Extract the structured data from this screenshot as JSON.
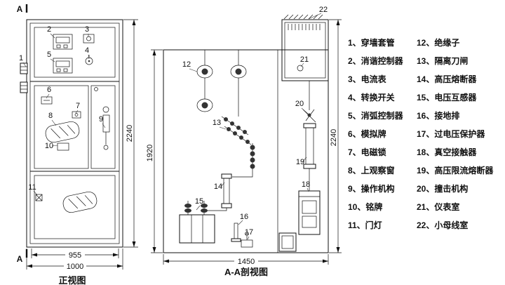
{
  "titles": {
    "section_view": "A-A剖视图",
    "front_view": "正视图"
  },
  "section_marks": {
    "top": "A",
    "bottom": "A"
  },
  "dimensions": {
    "front_height": "2240",
    "front_inner_width": "955",
    "front_outer_width": "1000",
    "section_body_height": "1920",
    "section_total_height": "2240",
    "section_width": "1450"
  },
  "callouts": [
    "1",
    "2",
    "3",
    "4",
    "5",
    "6",
    "7",
    "8",
    "9",
    "10",
    "11",
    "12",
    "13",
    "14",
    "15",
    "16",
    "17",
    "18",
    "19",
    "20",
    "21",
    "22"
  ],
  "legend": {
    "col1": [
      "1、穿墙套管",
      "2、消谐控制器",
      "3、电流表",
      "4、转换开关",
      "5、消弧控制器",
      "6、模拟牌",
      "7、电磁锁",
      "8、上观察窗",
      "9、操作机构",
      "10、铭牌",
      "11、门灯"
    ],
    "col2": [
      "12、绝缘子",
      "13、隔离刀闸",
      "14、高压熔断器",
      "15、电压互感器",
      "16、接地排",
      "17、过电压保护器",
      "18、真空接触器",
      "19、高压限流熔断器",
      "20、撞击机构",
      "21、仪表室",
      "22、小母线室"
    ]
  }
}
